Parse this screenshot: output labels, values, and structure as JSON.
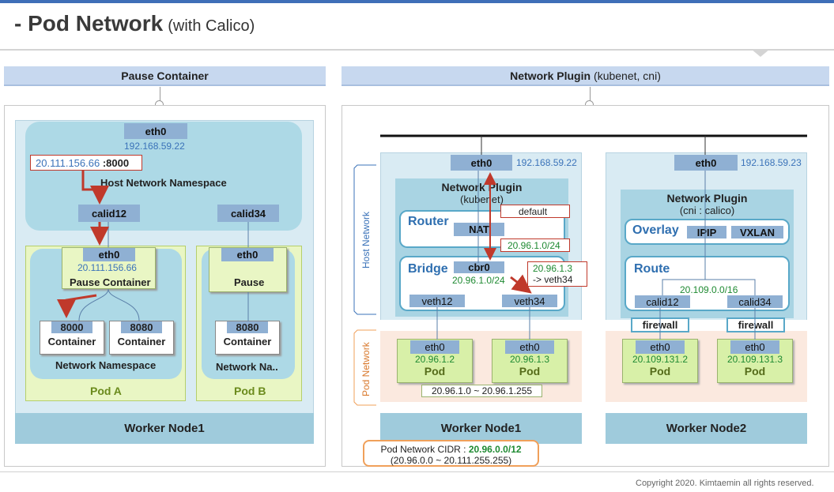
{
  "header": {
    "title": "- Pod Network",
    "subtitle": "(with Calico)"
  },
  "left": {
    "section_title": "Pause Container",
    "host_iface": {
      "name": "eth0",
      "ip": "192.168.59.22"
    },
    "port_map": {
      "ip": "20.111.156.66",
      "port": ":8000"
    },
    "host_ns_label": "Host Network Namespace",
    "calid12": "calid12",
    "calid34": "calid34",
    "pod_a": {
      "eth0": "eth0",
      "ip": "20.111.156.66",
      "pause": "Pause Container",
      "containers": [
        {
          "port": "8000",
          "label": "Container"
        },
        {
          "port": "8080",
          "label": "Container"
        }
      ],
      "ns_label": "Network Namespace",
      "name": "Pod A"
    },
    "pod_b": {
      "eth0": "eth0",
      "pause": "Pause",
      "container": {
        "port": "8080",
        "label": "Container"
      },
      "ns_label": "Network Na..",
      "name": "Pod B"
    },
    "node_label": "Worker Node1"
  },
  "right": {
    "section_title": "Network Plugin",
    "section_paren": "(kubenet, cni)",
    "host_network_label": "Host Network",
    "pod_network_label": "Pod Network",
    "node1": {
      "eth0": "eth0",
      "ip": "192.168.59.22",
      "plugin_title": "Network Plugin",
      "plugin_sub": "(kubenet)",
      "router": "Router",
      "nat": "NAT",
      "default": "default",
      "route": "20.96.1.0/24",
      "bridge": "Bridge",
      "cbr0": "cbr0",
      "cbr0_ip": "20.96.1.0/24",
      "note_line1": "20.96.1.3",
      "note_line2": "-> veth34",
      "veth12": "veth12",
      "veth34": "veth34",
      "pods": [
        {
          "eth0": "eth0",
          "ip": "20.96.1.2",
          "name": "Pod"
        },
        {
          "eth0": "eth0",
          "ip": "20.96.1.3",
          "name": "Pod"
        }
      ],
      "range": "20.96.1.0 ~ 20.96.1.255",
      "label": "Worker Node1"
    },
    "node2": {
      "eth0": "eth0",
      "ip": "192.168.59.23",
      "plugin_title": "Network Plugin",
      "plugin_sub": "(cni : calico)",
      "overlay": "Overlay",
      "ipip": "IPIP",
      "vxlan": "VXLAN",
      "route": "Route",
      "route_ip": "20.109.0.0/16",
      "calid12": "calid12",
      "calid34": "calid34",
      "fw1": "firewall",
      "fw2": "firewall",
      "pods": [
        {
          "eth0": "eth0",
          "ip": "20.109.131.2",
          "name": "Pod"
        },
        {
          "eth0": "eth0",
          "ip": "20.109.131.3",
          "name": "Pod"
        }
      ],
      "label": "Worker Node2"
    },
    "cidr": {
      "prefix": "Pod Network CIDR : ",
      "value": "20.96.0.0/12",
      "range": "(20.96.0.0 ~ 20.111.255.255)"
    }
  },
  "footer": {
    "copyright": "Copyright 2020. Kimtaemin all rights reserved."
  },
  "colors": {
    "accent": "#3f6fb8",
    "arrow": "#c0392b",
    "green_ip": "#1f8a32",
    "blue_ip": "#3b73b9"
  }
}
